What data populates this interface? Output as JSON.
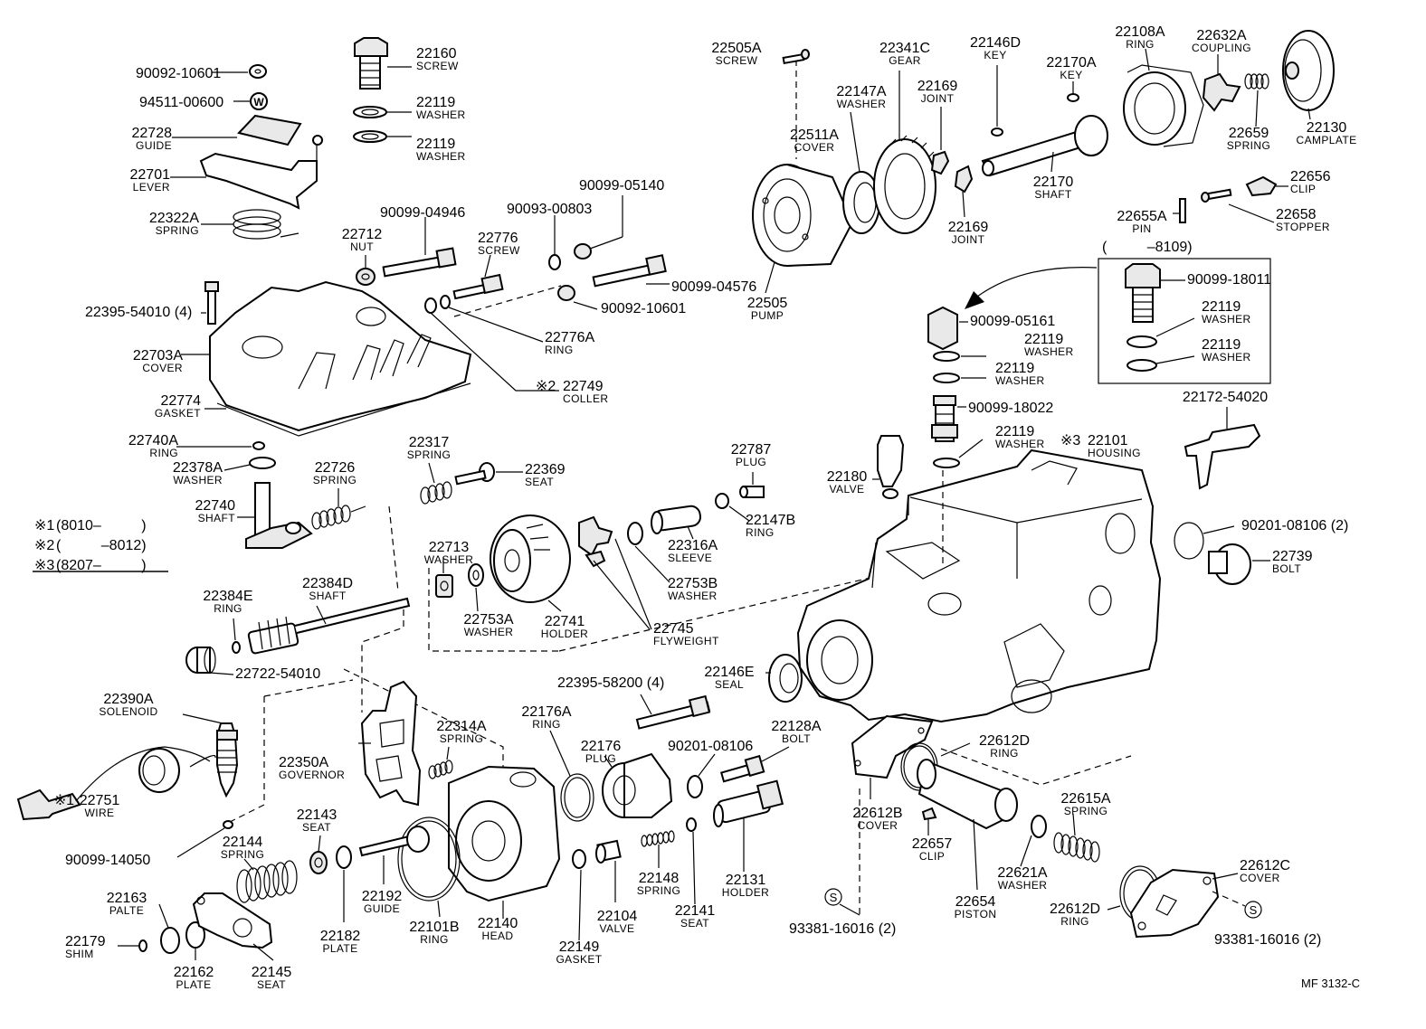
{
  "diagram_code": "MF 3132-C",
  "serial_notes": [
    {
      "mark": "※1",
      "range": "(8010–          )"
    },
    {
      "mark": "※2",
      "range": "(          –8012)"
    },
    {
      "mark": "※3",
      "range": "(8207–          )"
    }
  ],
  "pin_serial_range": "(          –8109)",
  "symbol_s": "S",
  "symbol_w": "W",
  "parts": [
    {
      "id": "p01",
      "num": "90092-10601",
      "name": ""
    },
    {
      "id": "p02",
      "num": "94511-00600",
      "name": ""
    },
    {
      "id": "p03",
      "num": "22728",
      "name": "GUIDE"
    },
    {
      "id": "p04",
      "num": "22701",
      "name": "LEVER"
    },
    {
      "id": "p05",
      "num": "22322A",
      "name": "SPRING"
    },
    {
      "id": "p06",
      "num": "22160",
      "name": "SCREW"
    },
    {
      "id": "p07",
      "num": "22119",
      "name": "WASHER"
    },
    {
      "id": "p08",
      "num": "22119",
      "name": "WASHER"
    },
    {
      "id": "p09",
      "num": "90099-04946",
      "name": ""
    },
    {
      "id": "p10",
      "num": "90093-00803",
      "name": ""
    },
    {
      "id": "p11",
      "num": "90099-05140",
      "name": ""
    },
    {
      "id": "p12",
      "num": "22712",
      "name": "NUT"
    },
    {
      "id": "p13",
      "num": "22776",
      "name": "SCREW"
    },
    {
      "id": "p14",
      "num": "90099-04576",
      "name": ""
    },
    {
      "id": "p15",
      "num": "22395-54010 (4)",
      "name": ""
    },
    {
      "id": "p16",
      "num": "90092-10601",
      "name": ""
    },
    {
      "id": "p17",
      "num": "22776A",
      "name": "RING"
    },
    {
      "id": "p18",
      "num": "22703A",
      "name": "COVER"
    },
    {
      "id": "p19",
      "num": "22749",
      "name": "COLLER",
      "mark": "※2"
    },
    {
      "id": "p20",
      "num": "22774",
      "name": "GASKET"
    },
    {
      "id": "p21",
      "num": "22740A",
      "name": "RING"
    },
    {
      "id": "p22",
      "num": "22378A",
      "name": "WASHER"
    },
    {
      "id": "p23",
      "num": "22317",
      "name": "SPRING"
    },
    {
      "id": "p24",
      "num": "22726",
      "name": "SPRING"
    },
    {
      "id": "p25",
      "num": "22369",
      "name": "SEAT"
    },
    {
      "id": "p26",
      "num": "22740",
      "name": "SHAFT"
    },
    {
      "id": "p27",
      "num": "22713",
      "name": "WASHER"
    },
    {
      "id": "p28",
      "num": "22384D",
      "name": "SHAFT"
    },
    {
      "id": "p29",
      "num": "22384E",
      "name": "RING"
    },
    {
      "id": "p30",
      "num": "22753A",
      "name": "WASHER"
    },
    {
      "id": "p31",
      "num": "22741",
      "name": "HOLDER"
    },
    {
      "id": "p32",
      "num": "22745",
      "name": "FLYWEIGHT"
    },
    {
      "id": "p33",
      "num": "22722-54010",
      "name": ""
    },
    {
      "id": "p34",
      "num": "22753B",
      "name": "WASHER"
    },
    {
      "id": "p35",
      "num": "22316A",
      "name": "SLEEVE"
    },
    {
      "id": "p36",
      "num": "22787",
      "name": "PLUG"
    },
    {
      "id": "p37",
      "num": "22147B",
      "name": "RING"
    },
    {
      "id": "p38",
      "num": "22390A",
      "name": "SOLENOID"
    },
    {
      "id": "p39",
      "num": "22350A",
      "name": "GOVERNOR"
    },
    {
      "id": "p40",
      "num": "22314A",
      "name": "SPRING"
    },
    {
      "id": "p41",
      "num": "22751",
      "name": "WIRE",
      "mark": "※1"
    },
    {
      "id": "p42",
      "num": "90099-14050",
      "name": ""
    },
    {
      "id": "p43",
      "num": "22143",
      "name": "SEAT"
    },
    {
      "id": "p44",
      "num": "22144",
      "name": "SPRING"
    },
    {
      "id": "p45",
      "num": "22192",
      "name": "GUIDE"
    },
    {
      "id": "p46",
      "num": "22182",
      "name": "PLATE"
    },
    {
      "id": "p47",
      "num": "22163",
      "name": "PALTE"
    },
    {
      "id": "p48",
      "num": "22179",
      "name": "SHIM"
    },
    {
      "id": "p49",
      "num": "22162",
      "name": "PLATE"
    },
    {
      "id": "p50",
      "num": "22145",
      "name": "SEAT"
    },
    {
      "id": "p51",
      "num": "22101B",
      "name": "RING"
    },
    {
      "id": "p52",
      "num": "22140",
      "name": "HEAD"
    },
    {
      "id": "p53",
      "num": "22176A",
      "name": "RING"
    },
    {
      "id": "p54",
      "num": "22395-58200 (4)",
      "name": ""
    },
    {
      "id": "p55",
      "num": "22176",
      "name": "PLUG"
    },
    {
      "id": "p56",
      "num": "90201-08106",
      "name": ""
    },
    {
      "id": "p57",
      "num": "22128A",
      "name": "BOLT"
    },
    {
      "id": "p58",
      "num": "22149",
      "name": "GASKET"
    },
    {
      "id": "p59",
      "num": "22104",
      "name": "VALVE"
    },
    {
      "id": "p60",
      "num": "22148",
      "name": "SPRING"
    },
    {
      "id": "p61",
      "num": "22141",
      "name": "SEAT"
    },
    {
      "id": "p62",
      "num": "22131",
      "name": "HOLDER"
    },
    {
      "id": "p63",
      "num": "22146E",
      "name": "SEAL"
    },
    {
      "id": "p64",
      "num": "22505A",
      "name": "SCREW"
    },
    {
      "id": "p65",
      "num": "22511A",
      "name": "COVER"
    },
    {
      "id": "p66",
      "num": "22147A",
      "name": "WASHER"
    },
    {
      "id": "p67",
      "num": "22341C",
      "name": "GEAR"
    },
    {
      "id": "p68",
      "num": "22146D",
      "name": "KEY"
    },
    {
      "id": "p69",
      "num": "22169",
      "name": "JOINT"
    },
    {
      "id": "p70",
      "num": "22170A",
      "name": "KEY"
    },
    {
      "id": "p71",
      "num": "22108A",
      "name": "RING"
    },
    {
      "id": "p72",
      "num": "22632A",
      "name": "COUPLING"
    },
    {
      "id": "p73",
      "num": "22130",
      "name": "CAMPLATE"
    },
    {
      "id": "p74",
      "num": "22659",
      "name": "SPRING"
    },
    {
      "id": "p75",
      "num": "22170",
      "name": "SHAFT"
    },
    {
      "id": "p76",
      "num": "22169",
      "name": "JOINT"
    },
    {
      "id": "p77",
      "num": "22505",
      "name": "PUMP"
    },
    {
      "id": "p78",
      "num": "22656",
      "name": "CLIP"
    },
    {
      "id": "p79",
      "num": "22655A",
      "name": "PIN"
    },
    {
      "id": "p80",
      "num": "22658",
      "name": "STOPPER"
    },
    {
      "id": "p81",
      "num": "90099-18011",
      "name": ""
    },
    {
      "id": "p82",
      "num": "22119",
      "name": "WASHER"
    },
    {
      "id": "p83",
      "num": "22119",
      "name": "WASHER"
    },
    {
      "id": "p84",
      "num": "90099-05161",
      "name": ""
    },
    {
      "id": "p85",
      "num": "22119",
      "name": "WASHER"
    },
    {
      "id": "p86",
      "num": "22119",
      "name": "WASHER"
    },
    {
      "id": "p87",
      "num": "90099-18022",
      "name": ""
    },
    {
      "id": "p88",
      "num": "22119",
      "name": "WASHER"
    },
    {
      "id": "p89",
      "num": "22172-54020",
      "name": ""
    },
    {
      "id": "p90",
      "num": "22180",
      "name": "VALVE"
    },
    {
      "id": "p91",
      "num": "22101",
      "name": "HOUSING",
      "mark": "※3"
    },
    {
      "id": "p92",
      "num": "90201-08106 (2)",
      "name": ""
    },
    {
      "id": "p93",
      "num": "22739",
      "name": "BOLT"
    },
    {
      "id": "p94",
      "num": "22612D",
      "name": "RING"
    },
    {
      "id": "p95",
      "num": "22612B",
      "name": "COVER"
    },
    {
      "id": "p96",
      "num": "22657",
      "name": "CLIP"
    },
    {
      "id": "p97",
      "num": "22615A",
      "name": "SPRING"
    },
    {
      "id": "p98",
      "num": "22621A",
      "name": "WASHER"
    },
    {
      "id": "p99",
      "num": "22654",
      "name": "PISTON"
    },
    {
      "id": "p100",
      "num": "22612C",
      "name": "COVER"
    },
    {
      "id": "p101",
      "num": "22612D",
      "name": "RING"
    },
    {
      "id": "p102",
      "num": "93381-16016 (2)",
      "name": ""
    },
    {
      "id": "p103",
      "num": "93381-16016 (2)",
      "name": ""
    }
  ]
}
